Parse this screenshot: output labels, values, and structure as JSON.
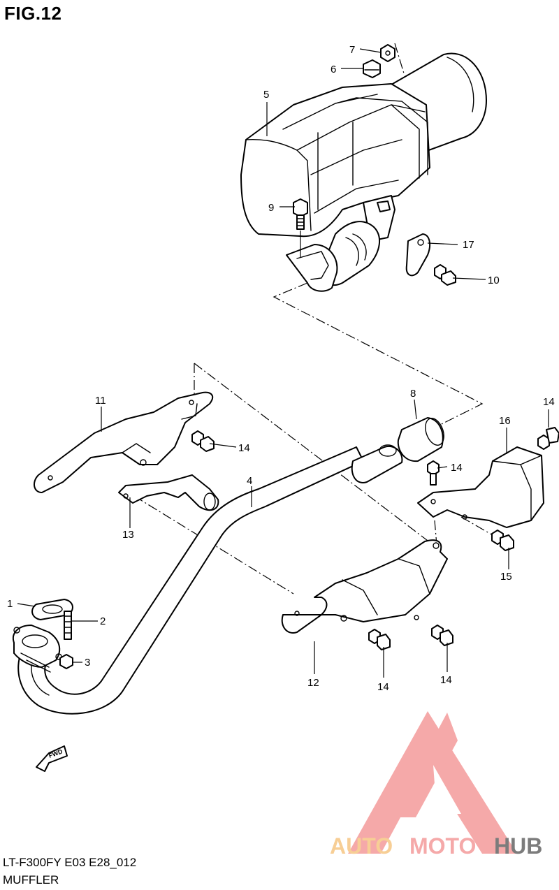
{
  "figure": {
    "title": "FIG.12",
    "code": "LT-F300FY E03 E28_012",
    "name": "MUFFLER"
  },
  "parts": [
    {
      "id": "1",
      "label": "1"
    },
    {
      "id": "2",
      "label": "2"
    },
    {
      "id": "3",
      "label": "3"
    },
    {
      "id": "4",
      "label": "4"
    },
    {
      "id": "5",
      "label": "5"
    },
    {
      "id": "6",
      "label": "6"
    },
    {
      "id": "7",
      "label": "7"
    },
    {
      "id": "8",
      "label": "8"
    },
    {
      "id": "9",
      "label": "9"
    },
    {
      "id": "10",
      "label": "10"
    },
    {
      "id": "11",
      "label": "11"
    },
    {
      "id": "12",
      "label": "12"
    },
    {
      "id": "13",
      "label": "13"
    },
    {
      "id": "14",
      "label": "14"
    },
    {
      "id": "15",
      "label": "15"
    },
    {
      "id": "16",
      "label": "16"
    },
    {
      "id": "17",
      "label": "17"
    }
  ],
  "fwd_marker": "FWD",
  "watermark": {
    "text_a": "AUTO",
    "text_b": "MOTO",
    "text_c": "HUB",
    "color_triangle": "#f5a0a0",
    "color_auto": "#f7c98a",
    "color_moto": "#f5a0a0",
    "color_hub": "#6e6e6e"
  }
}
